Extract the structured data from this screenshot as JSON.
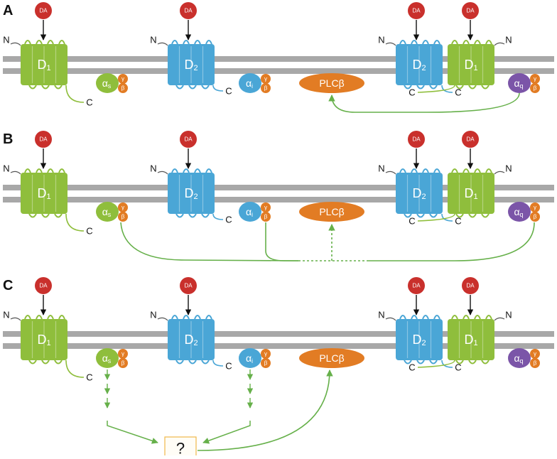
{
  "panels": [
    {
      "letter": "A"
    },
    {
      "letter": "B"
    },
    {
      "letter": "C"
    }
  ],
  "labels": {
    "ligand": "DA",
    "n_term": "N",
    "c_term": "C",
    "d1": "D",
    "d2": "D",
    "d1_sub": "1",
    "d2_sub": "2",
    "alpha": "α",
    "alpha_s_sub": "s",
    "alpha_i_sub": "i",
    "alpha_q_sub": "q",
    "gamma": "γ",
    "beta": "β",
    "plc": "PLCβ",
    "unknown": "?"
  },
  "colors": {
    "d1_green": "#8fbe3c",
    "d2_blue": "#4aa6d6",
    "ligand_red": "#c9302c",
    "plc_orange": "#e27c24",
    "gq_purple": "#7b55a8",
    "membrane_gray": "#a8a8a8",
    "arrow_green": "#66b04a",
    "question_box": "#f0b84a"
  }
}
